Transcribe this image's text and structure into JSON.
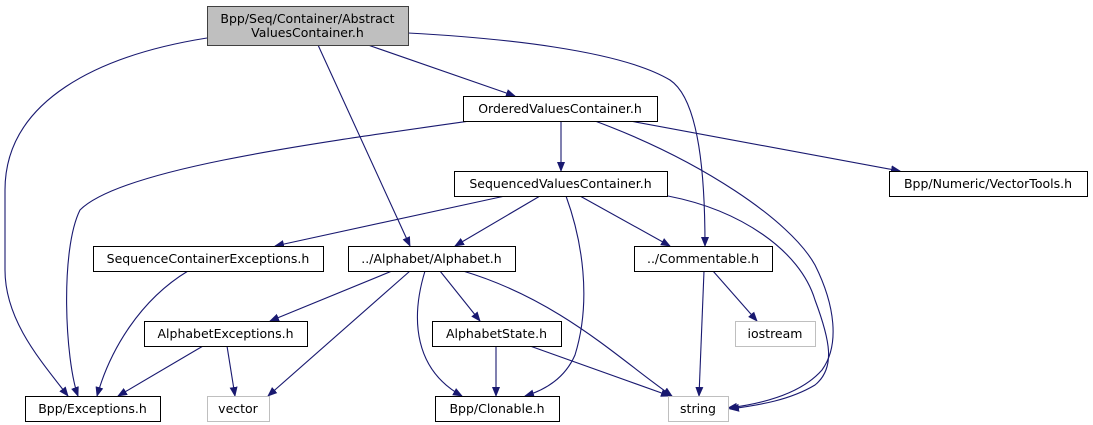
{
  "graph": {
    "edge_color": "#191970",
    "root_fill": "#bfbfbf",
    "system_header_border": "#bfbfbf",
    "nodes": [
      {
        "id": "abstract",
        "lines": [
          "Bpp/Seq/Container/Abstract",
          "ValuesContainer.h"
        ],
        "kind": "root"
      },
      {
        "id": "ordered",
        "lines": [
          "OrderedValuesContainer.h"
        ],
        "kind": "file"
      },
      {
        "id": "sequenced",
        "lines": [
          "SequencedValuesContainer.h"
        ],
        "kind": "file"
      },
      {
        "id": "vectortools",
        "lines": [
          "Bpp/Numeric/VectorTools.h"
        ],
        "kind": "file"
      },
      {
        "id": "seqcontexc",
        "lines": [
          "SequenceContainerExceptions.h"
        ],
        "kind": "file"
      },
      {
        "id": "alphabet",
        "lines": [
          "../Alphabet/Alphabet.h"
        ],
        "kind": "file"
      },
      {
        "id": "commentable",
        "lines": [
          "../Commentable.h"
        ],
        "kind": "file"
      },
      {
        "id": "alphexc",
        "lines": [
          "AlphabetExceptions.h"
        ],
        "kind": "file"
      },
      {
        "id": "alphstate",
        "lines": [
          "AlphabetState.h"
        ],
        "kind": "file"
      },
      {
        "id": "iostream",
        "lines": [
          "iostream"
        ],
        "kind": "system"
      },
      {
        "id": "exceptions",
        "lines": [
          "Bpp/Exceptions.h"
        ],
        "kind": "file"
      },
      {
        "id": "vector",
        "lines": [
          "vector"
        ],
        "kind": "system"
      },
      {
        "id": "clonable",
        "lines": [
          "Bpp/Clonable.h"
        ],
        "kind": "file"
      },
      {
        "id": "string",
        "lines": [
          "string"
        ],
        "kind": "system"
      }
    ],
    "edges": [
      [
        "abstract",
        "exceptions"
      ],
      [
        "abstract",
        "alphabet"
      ],
      [
        "abstract",
        "ordered"
      ],
      [
        "abstract",
        "commentable"
      ],
      [
        "ordered",
        "exceptions"
      ],
      [
        "ordered",
        "sequenced"
      ],
      [
        "ordered",
        "vectortools"
      ],
      [
        "ordered",
        "string"
      ],
      [
        "sequenced",
        "seqcontexc"
      ],
      [
        "sequenced",
        "alphabet"
      ],
      [
        "sequenced",
        "commentable"
      ],
      [
        "sequenced",
        "clonable"
      ],
      [
        "sequenced",
        "string"
      ],
      [
        "seqcontexc",
        "exceptions"
      ],
      [
        "alphabet",
        "alphexc"
      ],
      [
        "alphabet",
        "vector"
      ],
      [
        "alphabet",
        "clonable"
      ],
      [
        "alphabet",
        "alphstate"
      ],
      [
        "alphabet",
        "string"
      ],
      [
        "alphexc",
        "exceptions"
      ],
      [
        "alphexc",
        "vector"
      ],
      [
        "alphstate",
        "clonable"
      ],
      [
        "alphstate",
        "string"
      ],
      [
        "commentable",
        "string"
      ],
      [
        "commentable",
        "iostream"
      ]
    ]
  }
}
